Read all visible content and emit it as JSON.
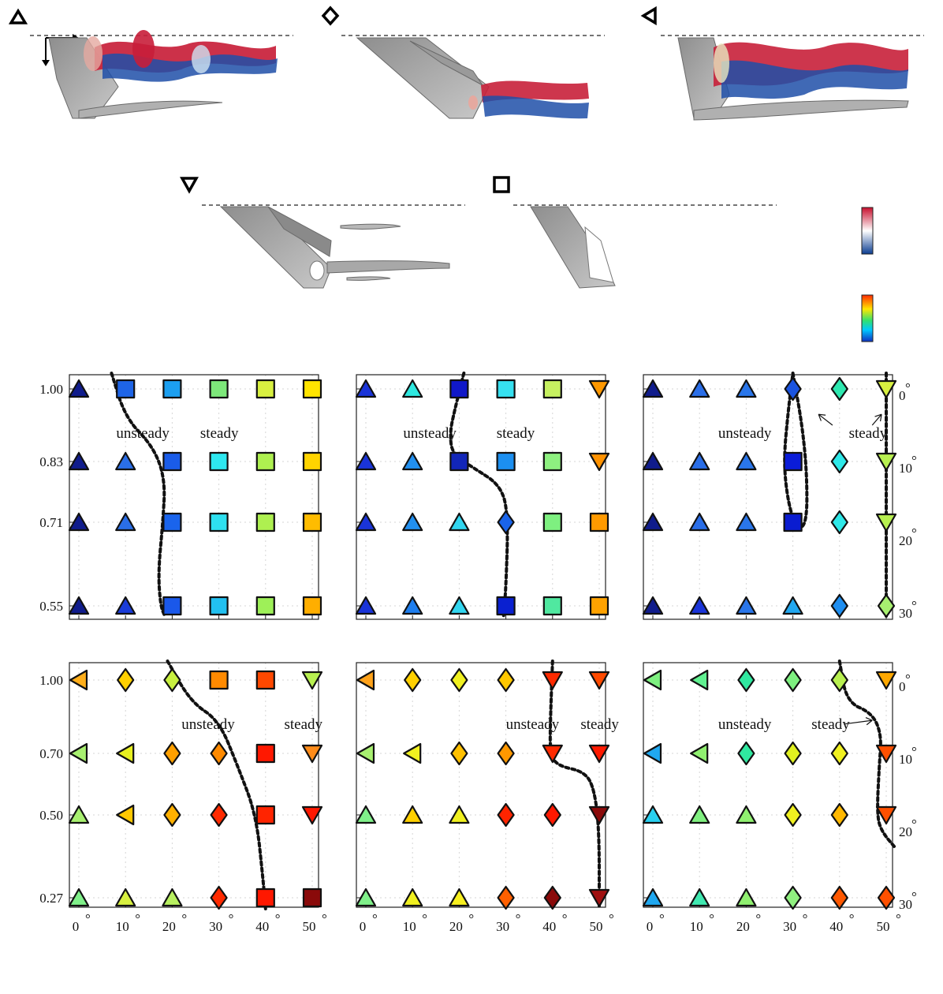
{
  "colorbars": {
    "top": {
      "colors": [
        "#c8102e",
        "#ffffff",
        "#0b3d91"
      ]
    },
    "bottom": {
      "colors": [
        "#ff2a00",
        "#ffe600",
        "#30e070",
        "#00c8ff",
        "#1030c0"
      ]
    }
  },
  "snapshots": [
    {
      "symbol": "triangle-up",
      "flow": "unsteady"
    },
    {
      "symbol": "diamond",
      "flow": "unsteady"
    },
    {
      "symbol": "triangle-left",
      "flow": "unsteady"
    },
    {
      "symbol": "triangle-down",
      "flow": "steady"
    },
    {
      "symbol": "square",
      "flow": "steady"
    }
  ],
  "chart_data": [
    {
      "type": "scatter",
      "panel": "top-left",
      "x": [
        0,
        10,
        20,
        30,
        40,
        50
      ],
      "y_rows": [
        1.0,
        0.83,
        0.71,
        0.55
      ],
      "ytick_labels": [
        "1.00",
        "0.83",
        "0.71",
        "0.55"
      ],
      "xtick_labels": [],
      "right_ticks": [],
      "symbols": [
        [
          "tri-up",
          "sq",
          "sq",
          "sq",
          "sq",
          "sq"
        ],
        [
          "tri-up",
          "tri-up",
          "sq",
          "sq",
          "sq",
          "sq"
        ],
        [
          "tri-up",
          "tri-up",
          "sq",
          "sq",
          "sq",
          "sq"
        ],
        [
          "tri-up",
          "tri-up",
          "sq",
          "sq",
          "sq",
          "sq"
        ]
      ],
      "colors": [
        [
          "#101c8c",
          "#1e64e6",
          "#1c9ff0",
          "#7de87a",
          "#d8f040",
          "#ffe400"
        ],
        [
          "#101c8c",
          "#2a6ee8",
          "#1a5ce8",
          "#2ee8f0",
          "#aef050",
          "#ffd400"
        ],
        [
          "#101c8c",
          "#2a6ee8",
          "#1a64ec",
          "#2ee0f0",
          "#aef050",
          "#ffbc00"
        ],
        [
          "#101c8c",
          "#1a3cd8",
          "#1a58ea",
          "#22c0f0",
          "#9ef058",
          "#ffae00"
        ]
      ],
      "boundary": [
        [
          7,
          0
        ],
        [
          10,
          0.4
        ],
        [
          16,
          0.8
        ],
        [
          18.5,
          1.3
        ],
        [
          18,
          2.0
        ],
        [
          17,
          2.6
        ],
        [
          17.5,
          3.0
        ],
        [
          18.5,
          3.35
        ]
      ],
      "annotations": [
        {
          "text": "unsteady",
          "x": 8,
          "y": 0.6
        },
        {
          "text": "steady",
          "x": 26,
          "y": 0.6
        }
      ]
    },
    {
      "type": "scatter",
      "panel": "top-middle",
      "x": [
        0,
        10,
        20,
        30,
        40,
        50
      ],
      "y_rows": [
        1.0,
        0.83,
        0.71,
        0.55
      ],
      "ytick_labels": [],
      "xtick_labels": [],
      "right_ticks": [],
      "symbols": [
        [
          "tri-up",
          "tri-up",
          "sq",
          "sq",
          "sq",
          "tri-down"
        ],
        [
          "tri-up",
          "tri-up",
          "sq",
          "sq",
          "sq",
          "tri-down"
        ],
        [
          "tri-up",
          "tri-up",
          "tri-up",
          "dia",
          "sq",
          "sq"
        ],
        [
          "tri-up",
          "tri-up",
          "tri-up",
          "sq",
          "sq",
          "sq"
        ]
      ],
      "colors": [
        [
          "#1a34d8",
          "#2ee8e0",
          "#1018c8",
          "#36e0f0",
          "#c6f060",
          "#ff9800"
        ],
        [
          "#1a34d8",
          "#2290f0",
          "#1226b8",
          "#1c8ff0",
          "#8ef080",
          "#ff9200"
        ],
        [
          "#1a34d8",
          "#2290f0",
          "#32d6f0",
          "#1a64ea",
          "#7ef080",
          "#ff9a00"
        ],
        [
          "#1a34d8",
          "#1e7eee",
          "#32d6f0",
          "#0a20d0",
          "#50e8a0",
          "#ffa200"
        ]
      ],
      "boundary": [
        [
          21,
          0
        ],
        [
          19,
          0.3
        ],
        [
          18,
          0.6
        ],
        [
          18.5,
          0.9
        ],
        [
          23,
          1.1
        ],
        [
          29,
          1.4
        ],
        [
          30.5,
          1.9
        ],
        [
          30,
          2.8
        ],
        [
          29.5,
          3.35
        ]
      ],
      "annotations": [
        {
          "text": "unsteady",
          "x": 8,
          "y": 0.6
        },
        {
          "text": "steady",
          "x": 28,
          "y": 0.6
        }
      ]
    },
    {
      "type": "scatter",
      "panel": "top-right",
      "x": [
        0,
        10,
        20,
        30,
        40,
        50
      ],
      "y_rows": [
        1.0,
        0.83,
        0.71,
        0.55
      ],
      "ytick_labels": [],
      "xtick_labels": [],
      "right_ticks": [
        "0",
        "10",
        "20",
        "30"
      ],
      "symbols": [
        [
          "tri-up",
          "tri-up",
          "tri-up",
          "dia",
          "dia",
          "tri-down"
        ],
        [
          "tri-up",
          "tri-up",
          "tri-up",
          "sq",
          "dia",
          "tri-down"
        ],
        [
          "tri-up",
          "tri-up",
          "tri-up",
          "sq",
          "dia",
          "tri-down"
        ],
        [
          "tri-up",
          "tri-up",
          "tri-up",
          "tri-up",
          "dia",
          "dia"
        ]
      ],
      "colors": [
        [
          "#101c8c",
          "#2a6ee8",
          "#2a76ea",
          "#1a54e0",
          "#2ee8b0",
          "#d8f040"
        ],
        [
          "#101c8c",
          "#2a6ee8",
          "#2a76ea",
          "#0a1cd8",
          "#2ee8e8",
          "#b8f050"
        ],
        [
          "#101c8c",
          "#2a6ee8",
          "#2a76ea",
          "#0a1cd0",
          "#2ee8e8",
          "#b8f050"
        ],
        [
          "#101c8c",
          "#1a34d8",
          "#2a76ea",
          "#22a8f0",
          "#1e8ef0",
          "#a8f070"
        ]
      ],
      "boundary": [
        [
          30,
          0
        ],
        [
          32,
          0.5
        ],
        [
          33,
          1.2
        ],
        [
          33,
          2.0
        ],
        [
          31,
          2.1
        ],
        [
          29,
          1.7
        ],
        [
          28,
          1.0
        ],
        [
          29,
          0.3
        ],
        [
          30,
          0
        ]
      ],
      "boundary2": [
        [
          50,
          0
        ],
        [
          50,
          3.35
        ]
      ],
      "annotations": [
        {
          "text": "unsteady",
          "x": 14,
          "y": 0.6
        },
        {
          "text": "steady",
          "x": 42,
          "y": 0.6
        }
      ],
      "arrows": [
        {
          "from": [
            38.5,
            0.5
          ],
          "to": [
            35.5,
            0.35
          ]
        },
        {
          "from": [
            47,
            0.5
          ],
          "to": [
            49,
            0.35
          ]
        }
      ]
    },
    {
      "type": "scatter",
      "panel": "bottom-left",
      "x": [
        0,
        10,
        20,
        30,
        40,
        50
      ],
      "y_rows": [
        1.0,
        0.7,
        0.5,
        0.27
      ],
      "ytick_labels": [
        "1.00",
        "0.70",
        "0.50",
        "0.27"
      ],
      "xtick_labels": [
        "0",
        "10",
        "20",
        "30",
        "40",
        "50"
      ],
      "right_ticks": [],
      "symbols": [
        [
          "tri-left",
          "dia",
          "dia",
          "sq",
          "sq",
          "tri-down"
        ],
        [
          "tri-left",
          "tri-left",
          "dia",
          "dia",
          "sq",
          "tri-down"
        ],
        [
          "tri-up",
          "tri-left",
          "dia",
          "dia",
          "sq",
          "tri-down"
        ],
        [
          "tri-up",
          "tri-up",
          "tri-up",
          "dia",
          "sq",
          "sq"
        ]
      ],
      "colors": [
        [
          "#ffae1a",
          "#ffd000",
          "#c8f040",
          "#ff8a00",
          "#ff4800",
          "#b8f050"
        ],
        [
          "#a8f070",
          "#e8f020",
          "#ffa000",
          "#ff8a00",
          "#ff1800",
          "#ff8c1a"
        ],
        [
          "#a8f070",
          "#ffc800",
          "#ffb000",
          "#ff2a00",
          "#ff2400",
          "#ff1800"
        ],
        [
          "#80f08a",
          "#d8f040",
          "#b8f060",
          "#ff2a00",
          "#ff1800",
          "#8a0a0a"
        ]
      ],
      "boundary": [
        [
          19,
          0
        ],
        [
          24,
          0.3
        ],
        [
          30,
          0.55
        ],
        [
          34,
          1.2
        ],
        [
          38,
          2.0
        ],
        [
          39.5,
          2.8
        ],
        [
          40,
          3.35
        ]
      ],
      "annotations": [
        {
          "text": "unsteady",
          "x": 22,
          "y": 0.65
        },
        {
          "text": "steady",
          "x": 44,
          "y": 0.65
        }
      ]
    },
    {
      "type": "scatter",
      "panel": "bottom-middle",
      "x": [
        0,
        10,
        20,
        30,
        40,
        50
      ],
      "y_rows": [
        1.0,
        0.7,
        0.5,
        0.27
      ],
      "ytick_labels": [],
      "xtick_labels": [
        "0",
        "10",
        "20",
        "30",
        "40",
        "50"
      ],
      "right_ticks": [],
      "symbols": [
        [
          "tri-left",
          "dia",
          "dia",
          "dia",
          "tri-down",
          "tri-down"
        ],
        [
          "tri-left",
          "tri-left",
          "dia",
          "dia",
          "tri-down",
          "tri-down"
        ],
        [
          "tri-up",
          "tri-up",
          "tri-up",
          "dia",
          "dia",
          "tri-down"
        ],
        [
          "tri-up",
          "tri-up",
          "tri-up",
          "dia",
          "dia",
          "tri-down"
        ]
      ],
      "colors": [
        [
          "#ffa21a",
          "#ffd000",
          "#f0f020",
          "#ffc800",
          "#ff2a00",
          "#ff4a00"
        ],
        [
          "#a8f070",
          "#f0f020",
          "#ffc000",
          "#ff9800",
          "#ff2a00",
          "#ff1a00"
        ],
        [
          "#80f08a",
          "#ffd000",
          "#f0f020",
          "#ff2400",
          "#ff1800",
          "#8a0a0a"
        ],
        [
          "#80f08a",
          "#f0f020",
          "#f8f020",
          "#ff6000",
          "#8a0a0a",
          "#a01010"
        ]
      ],
      "boundary": [
        [
          40,
          0
        ],
        [
          39.5,
          0.6
        ],
        [
          39.5,
          1.0
        ],
        [
          41,
          1.2
        ],
        [
          47,
          1.3
        ],
        [
          49,
          1.6
        ],
        [
          50,
          2.2
        ],
        [
          50,
          3.35
        ]
      ],
      "annotations": [
        {
          "text": "unsteady",
          "x": 30,
          "y": 0.65
        },
        {
          "text": "steady",
          "x": 46,
          "y": 0.65
        }
      ]
    },
    {
      "type": "scatter",
      "panel": "bottom-right",
      "x": [
        0,
        10,
        20,
        30,
        40,
        50
      ],
      "y_rows": [
        1.0,
        0.7,
        0.5,
        0.27
      ],
      "ytick_labels": [],
      "xtick_labels": [
        "0",
        "10",
        "20",
        "30",
        "40",
        "50"
      ],
      "right_ticks": [
        "0",
        "10",
        "20",
        "30"
      ],
      "symbols": [
        [
          "tri-left",
          "tri-left",
          "dia",
          "dia",
          "dia",
          "tri-down"
        ],
        [
          "tri-left",
          "tri-left",
          "dia",
          "dia",
          "dia",
          "tri-down"
        ],
        [
          "tri-up",
          "tri-up",
          "tri-up",
          "dia",
          "dia",
          "tri-down"
        ],
        [
          "tri-up",
          "tri-up",
          "tri-up",
          "dia",
          "dia",
          "dia"
        ]
      ],
      "colors": [
        [
          "#7ef080",
          "#60f090",
          "#30e8a0",
          "#7ef080",
          "#b8f050",
          "#ffa800"
        ],
        [
          "#20a8f0",
          "#90f070",
          "#30e8a0",
          "#e0f020",
          "#f0f020",
          "#ff5000"
        ],
        [
          "#28d0f0",
          "#80f080",
          "#90f070",
          "#f0f020",
          "#ffb800",
          "#ff5000"
        ],
        [
          "#20a8f0",
          "#40e8b0",
          "#90f070",
          "#90f080",
          "#ff5800",
          "#ff5000"
        ]
      ],
      "boundary": [
        [
          40,
          0
        ],
        [
          41.5,
          0.3
        ],
        [
          47,
          0.45
        ],
        [
          49,
          0.75
        ],
        [
          48.5,
          1.2
        ],
        [
          48,
          2.0
        ],
        [
          49,
          2.2
        ],
        [
          52,
          2.4
        ]
      ],
      "annotations": [
        {
          "text": "unsteady",
          "x": 14,
          "y": 0.65
        },
        {
          "text": "steady",
          "x": 34,
          "y": 0.65
        }
      ],
      "arrows": [
        {
          "from": [
            41,
            0.6
          ],
          "to": [
            47,
            0.55
          ]
        }
      ]
    }
  ]
}
